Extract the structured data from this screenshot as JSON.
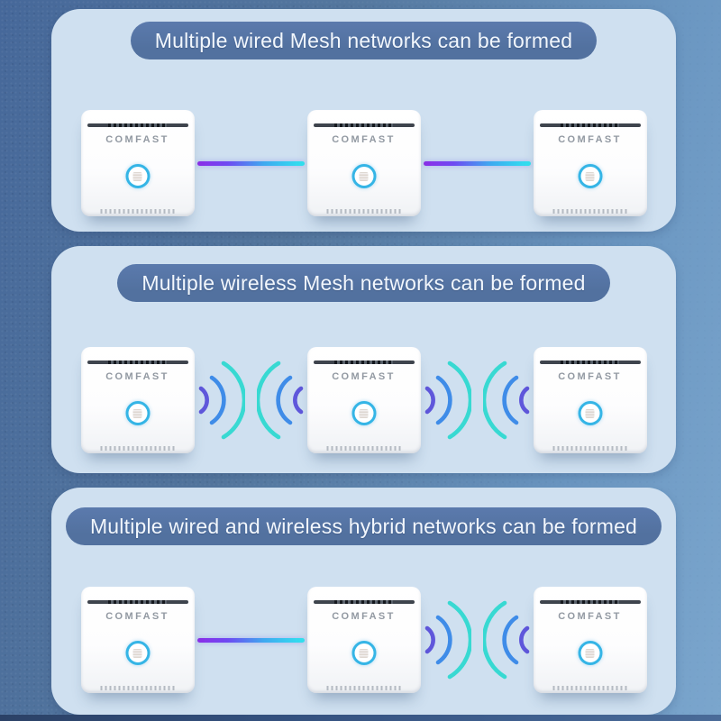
{
  "image": {
    "type": "product-infographic",
    "subject": "COMFAST mesh Wi-Fi router networking modes"
  },
  "panels": [
    {
      "title": "Multiple wired Mesh networks can be formed",
      "devices": [
        "COMFAST",
        "COMFAST",
        "COMFAST"
      ],
      "links": [
        "wired",
        "wired"
      ]
    },
    {
      "title": "Multiple wireless Mesh networks can be formed",
      "devices": [
        "COMFAST",
        "COMFAST",
        "COMFAST"
      ],
      "links": [
        "wireless",
        "wireless"
      ]
    },
    {
      "title": "Multiple wired and wireless hybrid networks can be formed",
      "devices": [
        "COMFAST",
        "COMFAST",
        "COMFAST"
      ],
      "links": [
        "wired",
        "wireless"
      ]
    }
  ],
  "colors": {
    "banner_bg": "#52719f",
    "banner_text": "#f2f7fd",
    "panel_bg": "#cfe0f0",
    "bg_dark": "#46689a",
    "bg_light": "#7ba6cd",
    "cable_start": "#8d2ee8",
    "cable_end": "#31e4ef",
    "wifi_inner": "#5f57db",
    "wifi_mid": "#3f8ce8",
    "wifi_outer": "#38d9d2",
    "ring": "#35b5e6"
  }
}
